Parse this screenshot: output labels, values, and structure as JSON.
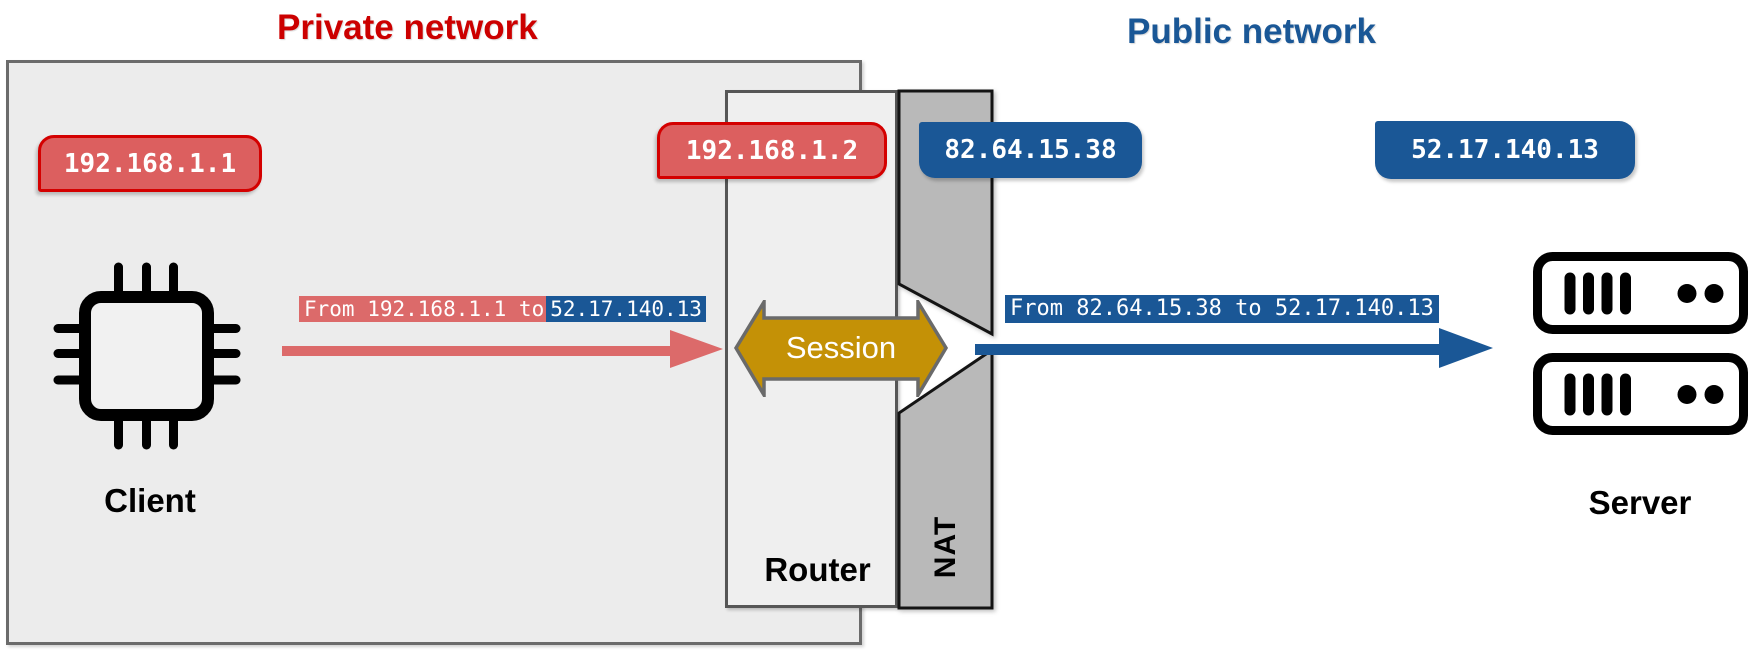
{
  "titles": {
    "private": "Private network",
    "public": "Public network"
  },
  "client": {
    "label": "Client",
    "ip": "192.168.1.1"
  },
  "router": {
    "label": "Router",
    "private_ip": "192.168.1.2",
    "public_ip": "82.64.15.38"
  },
  "nat": {
    "label": "NAT"
  },
  "session": {
    "label": "Session"
  },
  "server": {
    "label": "Server",
    "ip": "52.17.140.13"
  },
  "flows": {
    "outbound_private": {
      "from_segment": "From 192.168.1.1 to ",
      "dest_segment": "52.17.140.13"
    },
    "outbound_public": {
      "text": "From 82.64.15.38 to 52.17.140.13"
    }
  },
  "colors": {
    "private_red": "#cc0000",
    "public_blue": "#1a5796",
    "badge_red_fill": "#dc5f5f",
    "badge_red_border": "#d40000",
    "badge_blue_fill": "#1a5796",
    "arrow_red": "#dc6a6a",
    "arrow_blue": "#1a5796",
    "session_gold": "#c49106",
    "session_border": "#6a6a6a",
    "nat_gray": "#b9b9b9",
    "nat_border": "#141414",
    "zone_fill": "#ececec",
    "zone_border": "#6b6b6b",
    "router_fill": "#efefef",
    "router_border": "#565656"
  }
}
